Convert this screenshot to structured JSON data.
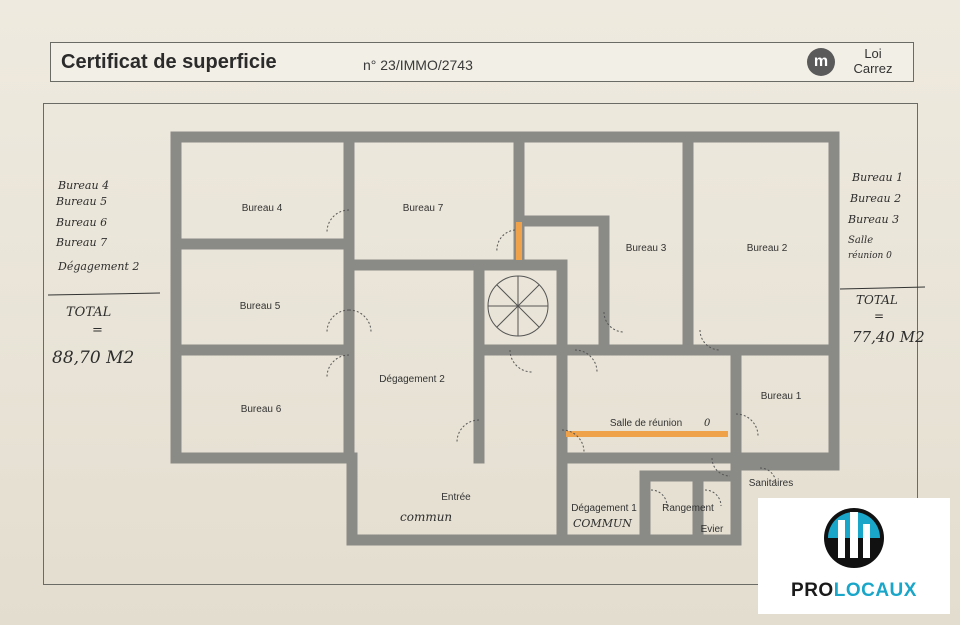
{
  "header": {
    "title": "Certificat de superficie",
    "ref": "n° 23/IMMO/2743",
    "badge_letter": "m",
    "badge_text_line1": "Loi",
    "badge_text_line2": "Carrez"
  },
  "rooms": {
    "bureau4": "Bureau 4",
    "bureau7": "Bureau 7",
    "bureau3": "Bureau 3",
    "bureau2": "Bureau 2",
    "bureau5": "Bureau 5",
    "bureau6": "Bureau 6",
    "degagement2": "Dégagement 2",
    "bureau1": "Bureau 1",
    "salle": "Salle de réunion",
    "entree": "Entrée",
    "degagement1": "Dégagement 1",
    "rangement": "Rangement",
    "evier": "Evier",
    "sanitaires": "Sanitaires"
  },
  "handwritten": {
    "left_list": [
      "Bureau 4",
      "Bureau 5",
      "Bureau 6",
      "Bureau 7",
      "Dégagement 2"
    ],
    "left_total_label": "TOTAL",
    "left_equals": "=",
    "left_total_value": "88,70 M2",
    "right_list": [
      "Bureau 1",
      "Bureau 2",
      "Bureau 3",
      "Salle",
      "réunion 0"
    ],
    "right_total_label": "TOTAL",
    "right_equals": "=",
    "right_total_value": "77,40 M2",
    "commun1": "commun",
    "commun2": "COMMUN",
    "salle_mark": "0"
  },
  "brand": {
    "part1": "PRO",
    "part2": "LOCAUX",
    "colors": {
      "dark": "#1a1a1a",
      "accent": "#1aa6c9"
    }
  },
  "colors": {
    "wall": "#8a8a86",
    "highlight": "#f0a24a"
  }
}
